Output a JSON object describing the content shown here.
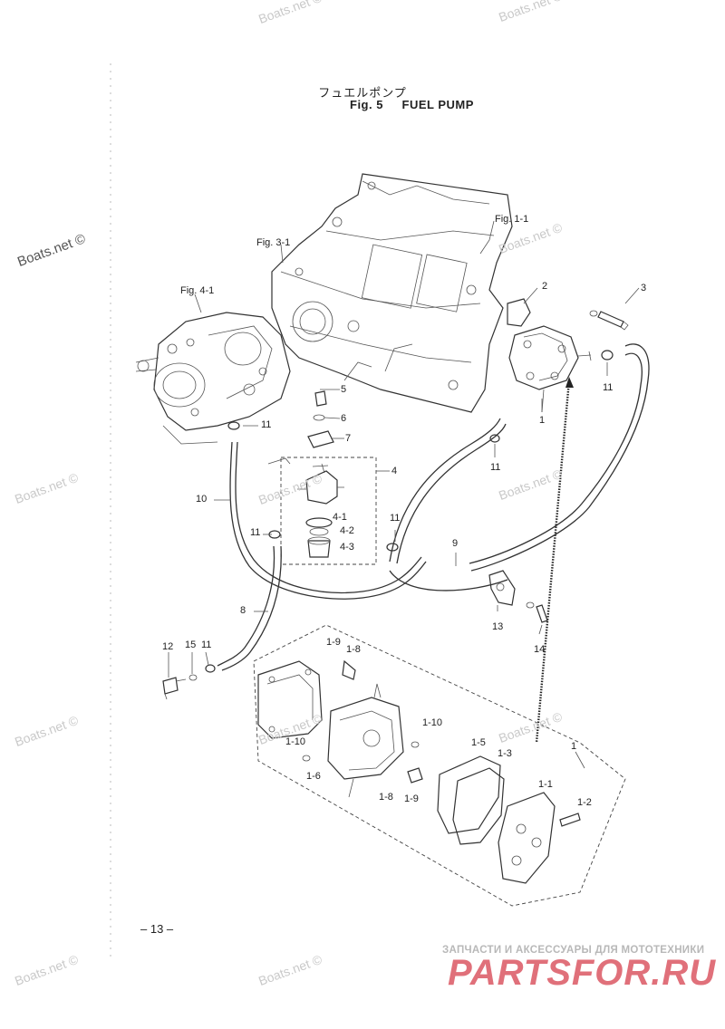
{
  "title": {
    "japanese": "フュエルポンプ",
    "fig_number": "Fig. 5",
    "name": "FUEL PUMP"
  },
  "watermark_text": "Boats.net ©",
  "ref_labels": {
    "fig11": "Fig. 1-1",
    "fig31": "Fig. 3-1",
    "fig41": "Fig. 4-1"
  },
  "part_labels": {
    "p1_top": "1",
    "p1_kit": "1",
    "p2": "2",
    "p3": "3",
    "p4": "4",
    "p5": "5",
    "p6": "6",
    "p7": "7",
    "p8": "8",
    "p9": "9",
    "p10": "10",
    "p11_a": "11",
    "p11_b": "11",
    "p11_c": "11",
    "p11_d": "11",
    "p11_e": "11",
    "p11_f": "11",
    "p12": "12",
    "p13": "13",
    "p14": "14",
    "p15": "15",
    "p41": "4-1",
    "p42": "4-2",
    "p43": "4-3",
    "p11k": "1-1",
    "p12k": "1-2",
    "p13k": "1-3",
    "p15k": "1-5",
    "p16k": "1-6",
    "p18a": "1-8",
    "p18b": "1-8",
    "p19a": "1-9",
    "p19b": "1-9",
    "p110a": "1-10",
    "p110b": "1-10"
  },
  "page_number": "– 13 –",
  "footer": {
    "tagline": "ЗАПЧАСТИ И АКСЕССУАРЫ ДЛЯ МОТОТЕХНИКИ",
    "logo": "PARTSFOR.RU",
    "logo_color": "#e0707a"
  }
}
